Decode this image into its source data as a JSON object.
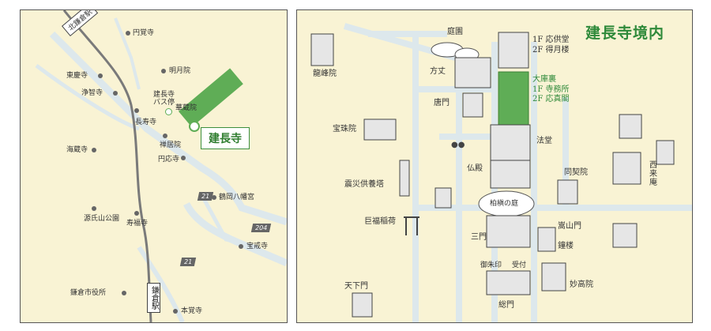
{
  "area_map": {
    "line_label": "北鎌倉駅",
    "station_label": "鎌倉駅",
    "main_label": "建長寺",
    "bus_stop": "建長寺\nバス停",
    "routes": [
      "21",
      "21",
      "204"
    ],
    "places": [
      "円覚寺",
      "明月院",
      "東慶寺",
      "浄智寺",
      "長寿寺",
      "華蔵院",
      "禅居院",
      "円応寺",
      "海蔵寺",
      "鶴岡八幡宮",
      "源氏山公園",
      "寿福寺",
      "宝戒寺",
      "鎌倉市役所",
      "本覚寺"
    ]
  },
  "temple_map": {
    "title": "建長寺境内",
    "buildings": [
      "庭園",
      "龍峰院",
      "方丈",
      "唐門",
      "宝珠院",
      "法堂",
      "仏殿",
      "同契院",
      "西来庵",
      "震災供養塔",
      "柏槇の庭",
      "巨福稲荷",
      "嵩山門",
      "三門",
      "鐘楼",
      "妙高院",
      "御朱印",
      "受付",
      "天下門",
      "総門"
    ],
    "highlight_a": "1F 応供堂\n2F 得月楼",
    "highlight_b": "大庫裏\n1F 寺務所\n2F 応真閣"
  },
  "colors": {
    "accent_green": "#5fad56",
    "title_green": "#2f8a3a",
    "road": "#dde8ec",
    "background": "#f9f3d4",
    "rail": "#7a7a7a"
  }
}
